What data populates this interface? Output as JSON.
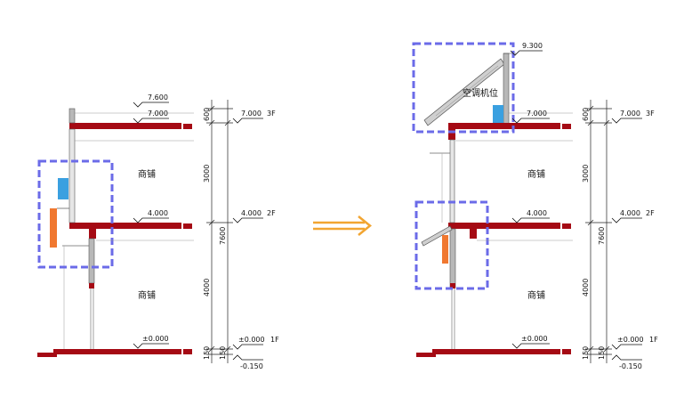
{
  "left": {
    "levels": {
      "roof": "7.600",
      "f3": "7.000",
      "f2": "4.000",
      "f1": "±0.000"
    },
    "rooms": [
      "商铺",
      "商铺"
    ],
    "dims": [
      "600",
      "3000",
      "7600",
      "4000",
      "150",
      "150"
    ],
    "axis": {
      "f3": {
        "elev": "7.000",
        "floor": "3F"
      },
      "f2": {
        "elev": "4.000",
        "floor": "2F"
      },
      "f1": {
        "elev": "±0.000",
        "floor": "1F"
      },
      "ground": "-0.150"
    }
  },
  "right": {
    "levels": {
      "roof": "9.300",
      "f3": "7.000",
      "f2": "4.000",
      "f1": "±0.000"
    },
    "ac_label": "空调机位",
    "rooms": [
      "商铺",
      "商铺"
    ],
    "dims": [
      "600",
      "3000",
      "7600",
      "4000",
      "150",
      "150"
    ],
    "axis": {
      "f3": {
        "elev": "7.000",
        "floor": "3F"
      },
      "f2": {
        "elev": "4.000",
        "floor": "2F"
      },
      "f1": {
        "elev": "±0.000",
        "floor": "1F"
      },
      "ground": "-0.150"
    }
  },
  "colors": {
    "slab": "#a50a14",
    "highlight_box": "#6b6be8",
    "ac_unit": "#3aa0e0",
    "orange_panel": "#f07830",
    "arrow": "#f2a531",
    "wall": "#b8b8b8"
  }
}
